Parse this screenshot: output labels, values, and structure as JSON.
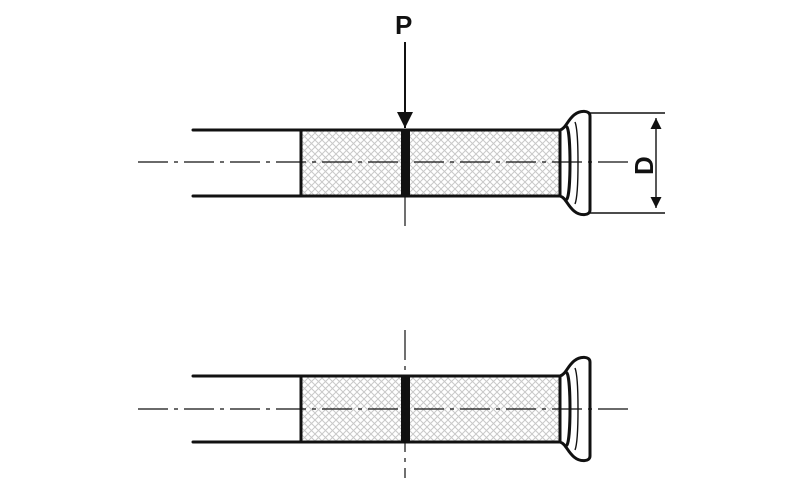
{
  "labels": {
    "force": "P",
    "diameter": "D"
  },
  "colors": {
    "line": "#111111",
    "hatch": "#c8c8c8",
    "background": "#ffffff"
  },
  "views": [
    {
      "name": "before-cut",
      "shows_force_arrow": true,
      "shows_diameter_dimension": true
    },
    {
      "name": "after-cut",
      "shows_force_arrow": false,
      "shows_diameter_dimension": false
    }
  ]
}
